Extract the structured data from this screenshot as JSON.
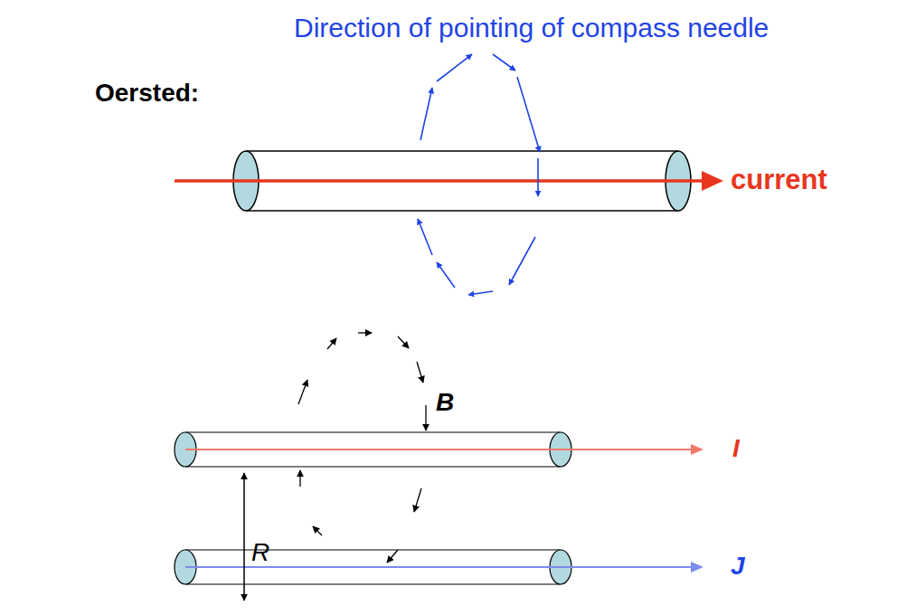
{
  "diagram": {
    "labels": [
      "Direction of pointing of compass needle",
      "Oersted:",
      "current",
      "B",
      "I",
      "R",
      "J"
    ]
  }
}
